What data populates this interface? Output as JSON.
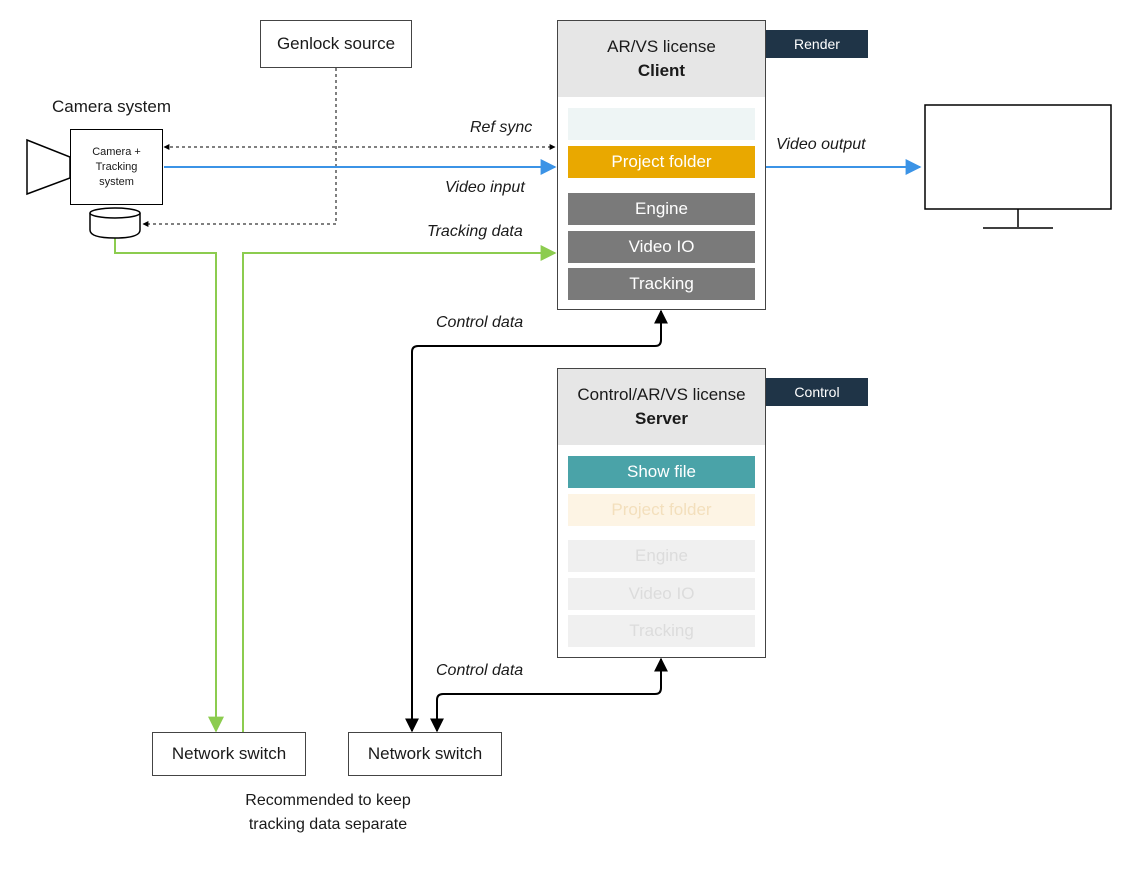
{
  "genlock": {
    "label": "Genlock source"
  },
  "camera": {
    "title": "Camera system",
    "box_label": "Camera + Tracking system"
  },
  "client": {
    "tag": "Render",
    "license": "AR/VS license",
    "role": "Client",
    "rows": [
      {
        "label": "",
        "color": "#eef5f5"
      },
      {
        "label": "Project folder",
        "color": "#e9a800"
      },
      {
        "label": "Engine",
        "color": "#7a7a7a"
      },
      {
        "label": "Video IO",
        "color": "#7a7a7a"
      },
      {
        "label": "Tracking",
        "color": "#7a7a7a"
      }
    ]
  },
  "server": {
    "tag": "Control",
    "license": "Control/AR/VS license",
    "role": "Server",
    "rows": [
      {
        "label": "Show file",
        "color": "#4aa3a8"
      },
      {
        "label": "Project folder",
        "color": "#fdf4e4"
      },
      {
        "label": "Engine",
        "color": "#f0f0f0"
      },
      {
        "label": "Video IO",
        "color": "#f0f0f0"
      },
      {
        "label": "Tracking",
        "color": "#f0f0f0"
      }
    ]
  },
  "edges": {
    "ref_sync": "Ref sync",
    "video_input": "Video input",
    "tracking_data": "Tracking data",
    "video_output": "Video output",
    "control_data_top": "Control data",
    "control_data_bottom": "Control data"
  },
  "switches": {
    "left": "Network switch",
    "right": "Network switch"
  },
  "note": {
    "line1": "Recommended to keep",
    "line2": "tracking data separate"
  },
  "colors": {
    "video": "#3b93e6",
    "tracking": "#8ccc4f",
    "control": "#000000",
    "sync": "#000000"
  }
}
